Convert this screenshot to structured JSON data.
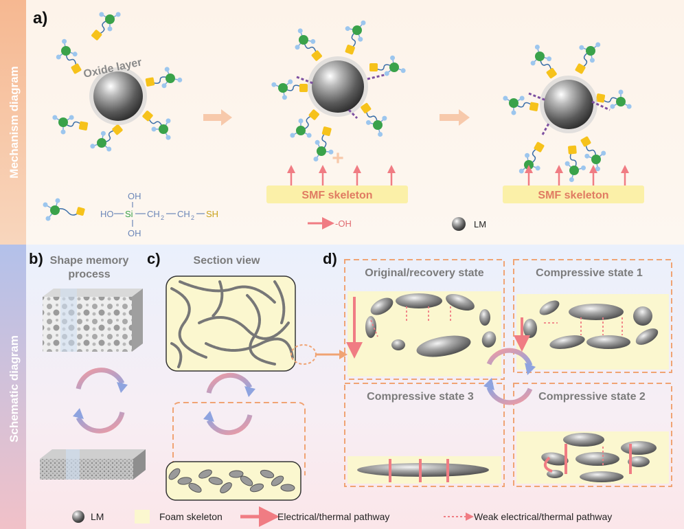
{
  "panels": {
    "a": "a)",
    "b": "b)",
    "c": "c)",
    "d": "d)"
  },
  "side_labels": {
    "top": "Mechanism diagram",
    "bottom": "Schematic diagram"
  },
  "mechanism": {
    "oxide_label": "Oxide layer",
    "skeleton_label": "SMF skeleton",
    "hydroxyl_label": "-OH",
    "lm_label": "LM",
    "plus": "+",
    "formula": {
      "oh_top": "OH",
      "ho_left": "HO",
      "si": "Si",
      "dash1": "—",
      "ch2a": "CH",
      "sub2a": "2",
      "dash2": "—",
      "ch2b": "CH",
      "sub2b": "2",
      "dash3": "—",
      "sh": "SH",
      "oh_bottom": "OH"
    }
  },
  "schematic": {
    "shape_memory_title_1": "Shape memory",
    "shape_memory_title_2": "process",
    "section_view": "Section view",
    "states": {
      "original": "Original/recovery state",
      "comp1": "Compressive state 1",
      "comp2": "Compressive state 2",
      "comp3": "Compressive state 3"
    }
  },
  "legend": {
    "lm": "LM",
    "foam": "Foam skeleton",
    "electrical": "Electrical/thermal pathway",
    "weak": "Weak electrical/thermal pathway"
  },
  "colors": {
    "top_bg": "#fdf6ee",
    "bottom_bg": "#eef1fb",
    "side_top": "#f6c7a3",
    "side_bottom": "#b9c6ea",
    "skeleton": "#fbf0a8",
    "foam": "#fbf7cf",
    "pathway": "#f07c83",
    "dashed_box": "#f0a373",
    "green": "#3aa24a",
    "yellow": "#f6c21b",
    "blue_node": "#9cc6ee",
    "purple": "#7d4fa0",
    "arrow_light": "#f7c9ab"
  }
}
